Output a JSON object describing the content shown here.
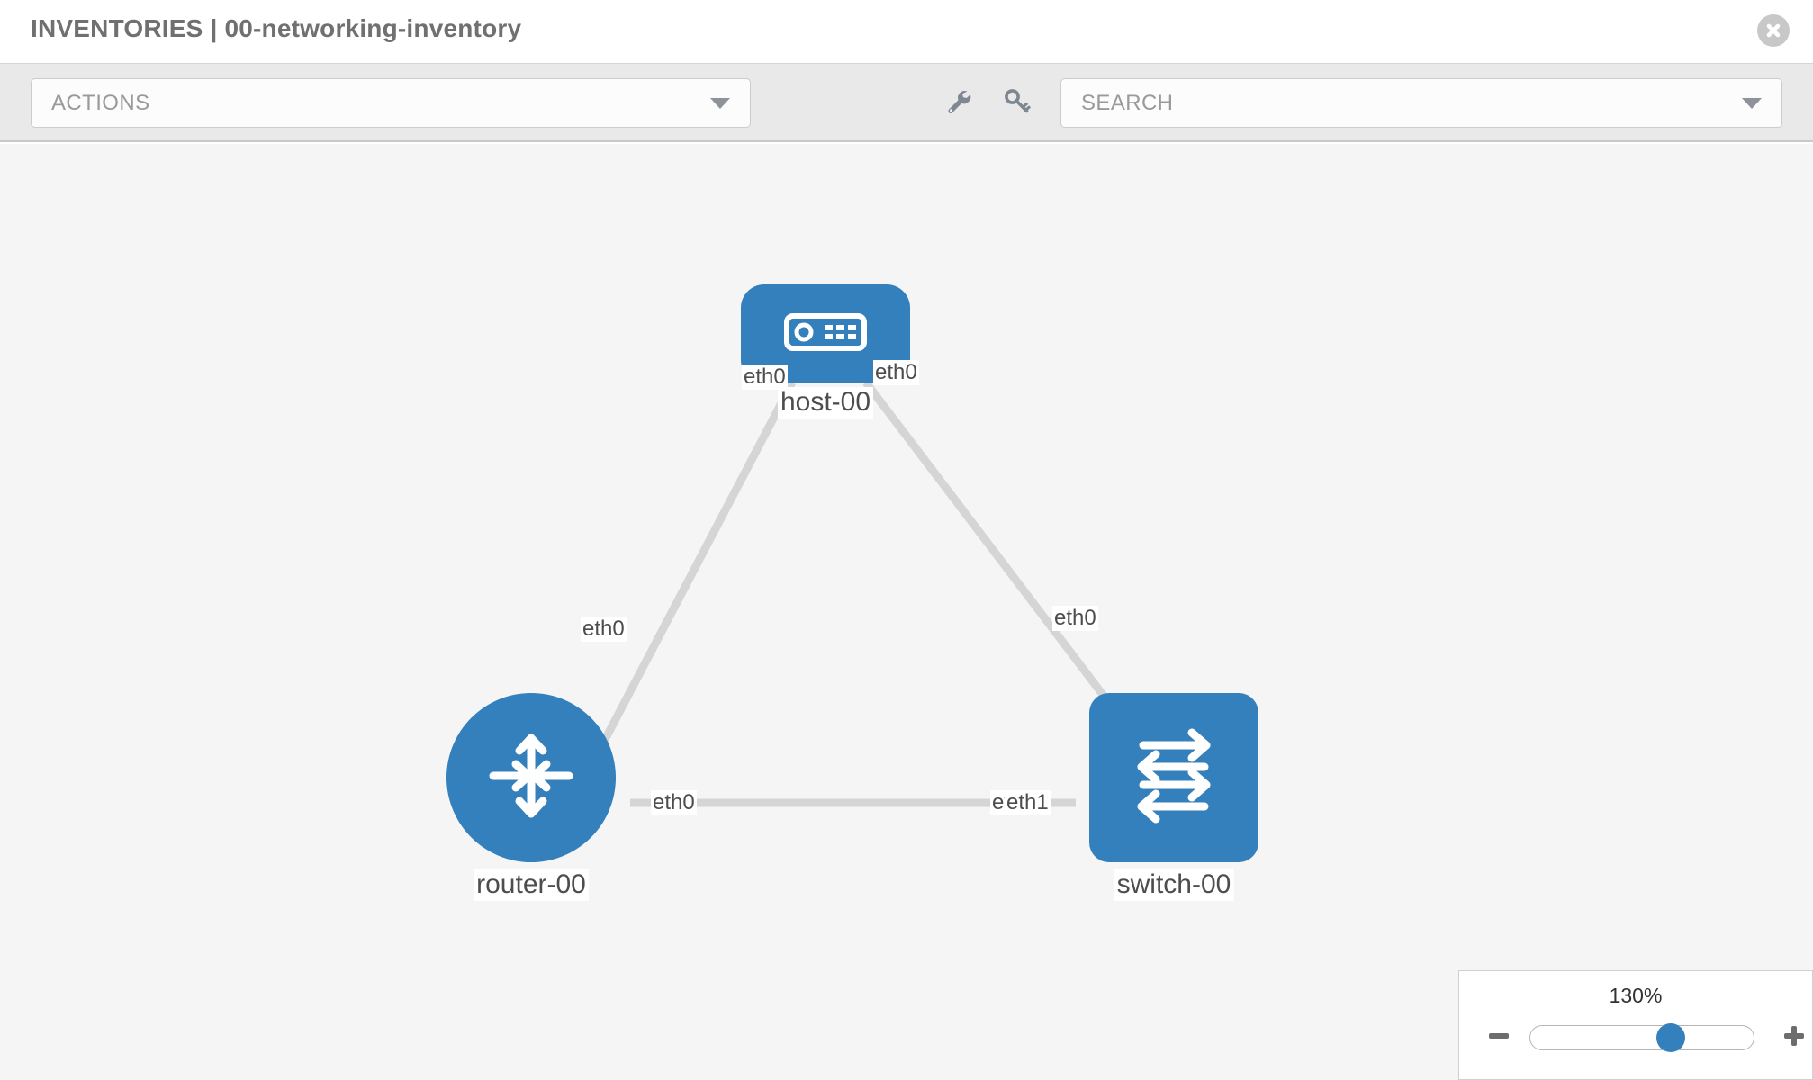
{
  "header": {
    "title": "INVENTORIES | 00-networking-inventory",
    "close_icon": "close-circle-icon"
  },
  "toolbar": {
    "actions": {
      "label": "ACTIONS",
      "caret_icon": "chevron-down-icon"
    },
    "wrench_icon": "wrench-icon",
    "key_icon": "key-icon",
    "search": {
      "placeholder": "SEARCH",
      "value": "SEARCH",
      "caret_icon": "chevron-down-icon"
    }
  },
  "topology": {
    "accent_color": "#3480bd",
    "edge_color": "#d5d5d5",
    "nub_color": "#b9b9b9",
    "canvas_color": "#f5f5f5",
    "nodes": [
      {
        "id": "host-00",
        "label": "host-00",
        "type": "host",
        "icon": "server-device-icon"
      },
      {
        "id": "router-00",
        "label": "router-00",
        "type": "router",
        "icon": "router-arrows-icon"
      },
      {
        "id": "switch-00",
        "label": "switch-00",
        "type": "switch",
        "icon": "switch-arrows-icon"
      }
    ],
    "edges": [
      {
        "from": "host-00",
        "to": "router-00",
        "from_port": "eth0",
        "to_port": "eth0"
      },
      {
        "from": "host-00",
        "to": "switch-00",
        "from_port": "eth0",
        "to_port": "eth0"
      },
      {
        "from": "router-00",
        "to": "switch-00",
        "from_port": "eth0",
        "to_port": "eth1"
      }
    ],
    "port_labels": {
      "host_left": "eth0",
      "host_right": "eth0",
      "router_up": "eth0",
      "switch_up": "eth0",
      "router_right": "eth0",
      "switch_left_a": "eth",
      "switch_left_b": "eth1"
    }
  },
  "zoom_control": {
    "value": "130%",
    "minus_icon": "minus-icon",
    "plus_icon": "plus-icon",
    "slider_position_percent": 63
  }
}
